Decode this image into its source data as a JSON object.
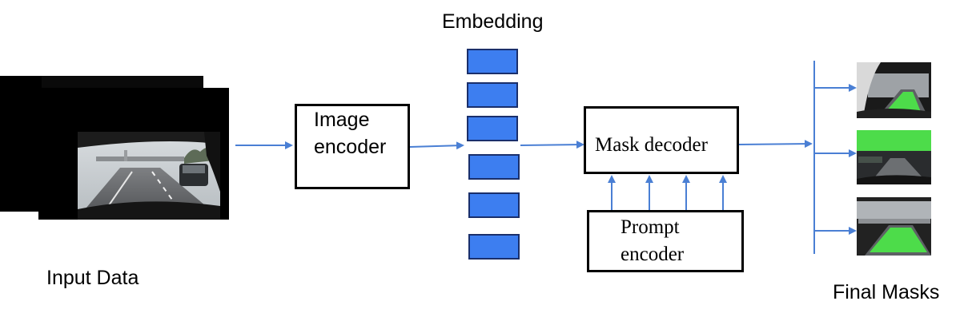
{
  "labels": {
    "embedding": "Embedding",
    "input_data": "Input Data",
    "final_masks": "Final Masks"
  },
  "blocks": {
    "image_encoder": {
      "line1": "Image",
      "line2": "encoder"
    },
    "mask_decoder": {
      "text": "Mask decoder"
    },
    "prompt_encoder": {
      "line1": "Prompt",
      "line2": "encoder"
    }
  },
  "colors": {
    "arrow": "#4a7fd4",
    "embedding_fill": "#3d7ef0",
    "embedding_stroke": "#1a2f6b",
    "mask_overlay": "#4ddc4a"
  },
  "embedding_vector_count": 6,
  "output_mask_count": 3
}
